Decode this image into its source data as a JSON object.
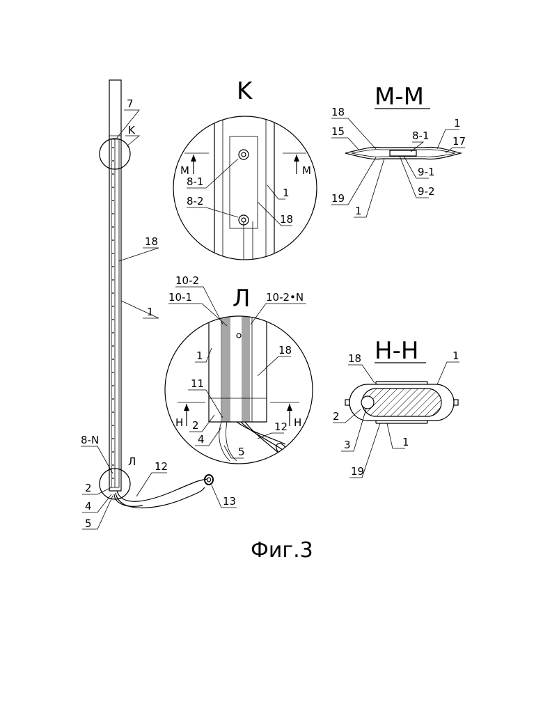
{
  "caption": "Фиг.3",
  "main_view": {
    "labels": {
      "l7": "7",
      "lK": "K",
      "l18": "18",
      "l1": "1",
      "l8N": "8-N",
      "lL": "Л",
      "l2": "2",
      "l4": "4",
      "l5": "5",
      "l12": "12",
      "l13": "13"
    }
  },
  "view_k": {
    "title": "K",
    "labels": {
      "m_left": "M",
      "m_right": "M",
      "l81": "8-1",
      "l82": "8-2",
      "l1": "1",
      "l18": "18"
    }
  },
  "section_mm": {
    "title": "M-M",
    "labels": {
      "l18": "18",
      "l15": "15",
      "l81": "8-1",
      "l1a": "1",
      "l17": "17",
      "l19": "19",
      "l1b": "1",
      "l91": "9-1",
      "l92": "9-2"
    }
  },
  "view_l": {
    "title": "Л",
    "labels": {
      "l102": "10-2",
      "l101": "10-1",
      "l102N": "10-2•N",
      "l1": "1",
      "l18": "18",
      "l11": "11",
      "h_left": "H",
      "h_right": "H",
      "l2": "2",
      "l4": "4",
      "l12": "12",
      "l5": "5"
    }
  },
  "section_hh": {
    "title": "H-H",
    "labels": {
      "l18": "18",
      "l1a": "1",
      "l2": "2",
      "l3": "3",
      "l1b": "1",
      "l19": "19"
    }
  }
}
